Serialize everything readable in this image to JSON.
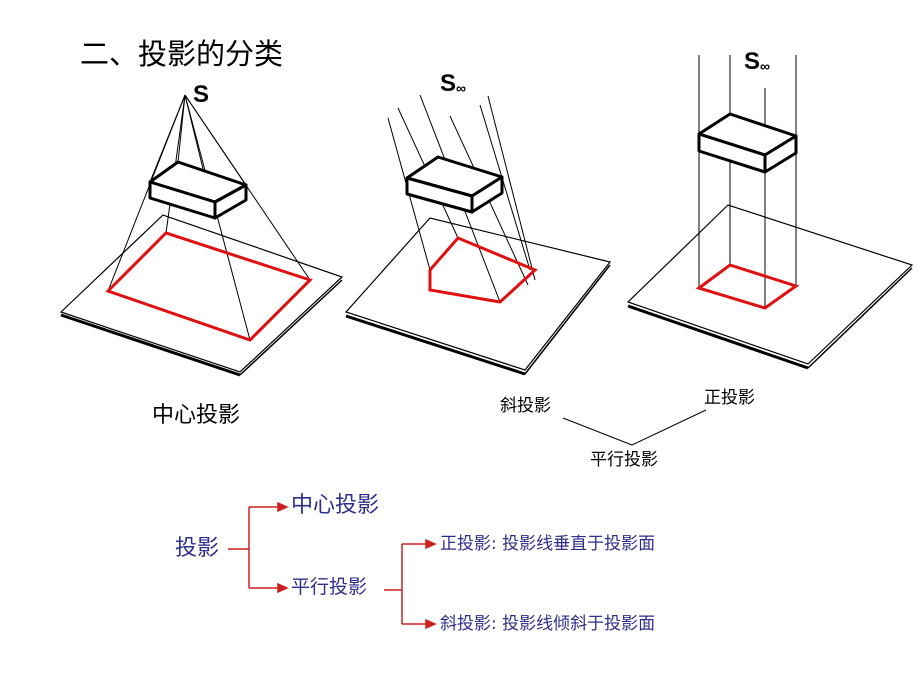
{
  "title": "二、投影的分类",
  "sources": {
    "central": "S",
    "oblique_s": "S",
    "oblique_sub": "∞",
    "ortho_s": "S",
    "ortho_sub": "∞"
  },
  "captions": {
    "central": "中心投影",
    "oblique": "斜投影",
    "orthographic": "正投影",
    "parallel": "平行投影"
  },
  "tree": {
    "root": "投影",
    "central": "中心投影",
    "parallel": "平行投影",
    "ortho": "正投影",
    "ortho_def": "投影线垂直于投影面",
    "oblique": "斜投影",
    "oblique_def": "投影线倾斜于投影面",
    "colon": ":"
  },
  "colors": {
    "projection_outline": "#e01010",
    "tree_text": "#2e2e8c",
    "tree_arrows": "#cc2020",
    "lines": "#000000"
  }
}
